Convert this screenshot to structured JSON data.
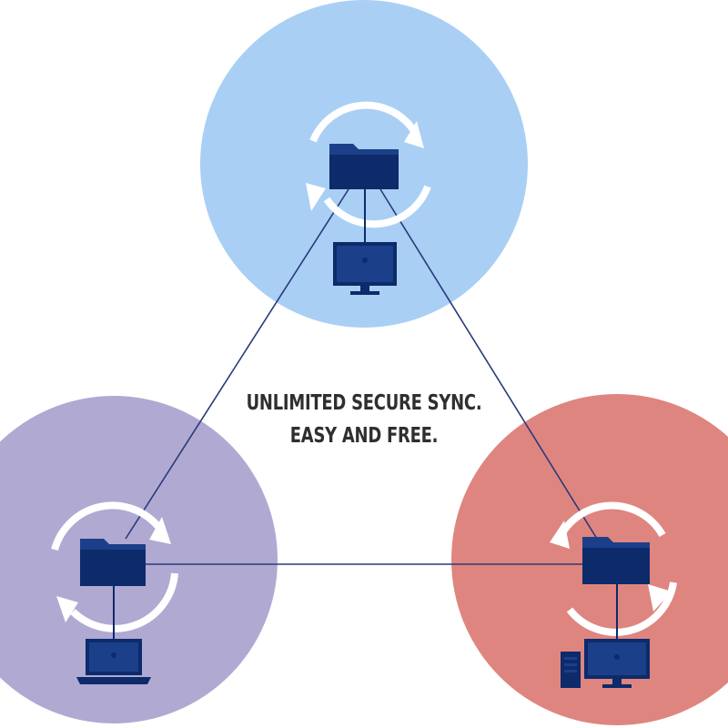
{
  "tagline": {
    "line1": "UNLIMITED SECURE SYNC.",
    "line2": "EASY AND FREE."
  },
  "nodes": [
    {
      "id": "top",
      "fill": "#a9cff4",
      "device": "monitor"
    },
    {
      "id": "left",
      "fill": "#b0a9d2",
      "device": "laptop"
    },
    {
      "id": "right",
      "fill": "#df857f",
      "device": "desktop-tower"
    }
  ],
  "colors": {
    "icon_dark": "#0d2a6b",
    "icon_mid": "#1c3f8a",
    "connector": "#2a3a7a",
    "sync_ring": "#ffffff",
    "text": "#2f2f2f"
  },
  "icons": [
    "folder-icon",
    "sync-arrows-icon",
    "monitor-icon",
    "laptop-icon",
    "desktop-tower-icon"
  ]
}
